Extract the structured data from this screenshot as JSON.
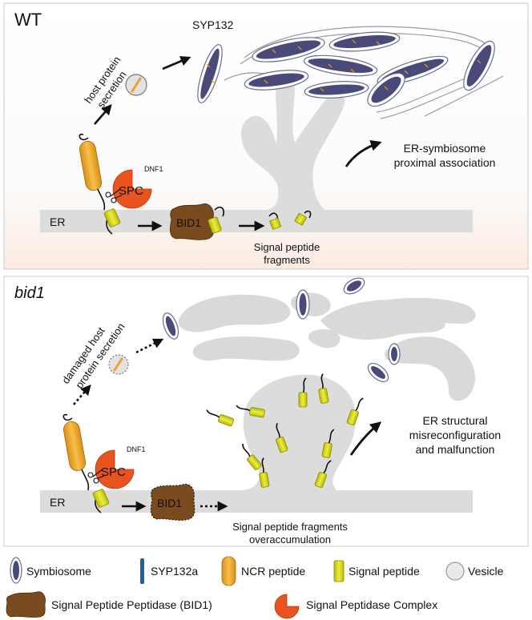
{
  "panels": {
    "wt": {
      "title": "WT",
      "er": "ER",
      "secretion": [
        "host protein",
        "secretion"
      ],
      "syp132": "SYP132",
      "spc": "SPC",
      "spc_sup": "DNF1",
      "bid1": "BID1",
      "assoc": [
        "ER-symbiosome",
        "proximal association"
      ],
      "fragments": [
        "Signal peptide",
        "fragments"
      ]
    },
    "bid1": {
      "title": "bid1",
      "er": "ER",
      "secretion": [
        "damaged host",
        "protein secretion"
      ],
      "spc": "SPC",
      "spc_sup": "DNF1",
      "bid1": "BID1",
      "result": [
        "ER structural",
        "misreconfiguration",
        "and malfunction"
      ],
      "fragments": [
        "Signal peptide fragments",
        "overaccumulation"
      ]
    }
  },
  "legend": {
    "row1": [
      "Symbiosome",
      "SYP132a",
      "NCR peptide",
      "Signal peptide",
      "Vesicle"
    ],
    "row2": [
      "Signal Peptide Peptidase (BID1)",
      "Signal Peptidase Complex"
    ]
  },
  "colors": {
    "symbiosome": "#4a4a7a",
    "syp132a": "#1f5fa8",
    "ncr": "#f2b233",
    "signal_peptide": "#dede1e",
    "bid1": "#7a4b1e",
    "spc": "#e8531f",
    "er": "#dcdcdc"
  }
}
